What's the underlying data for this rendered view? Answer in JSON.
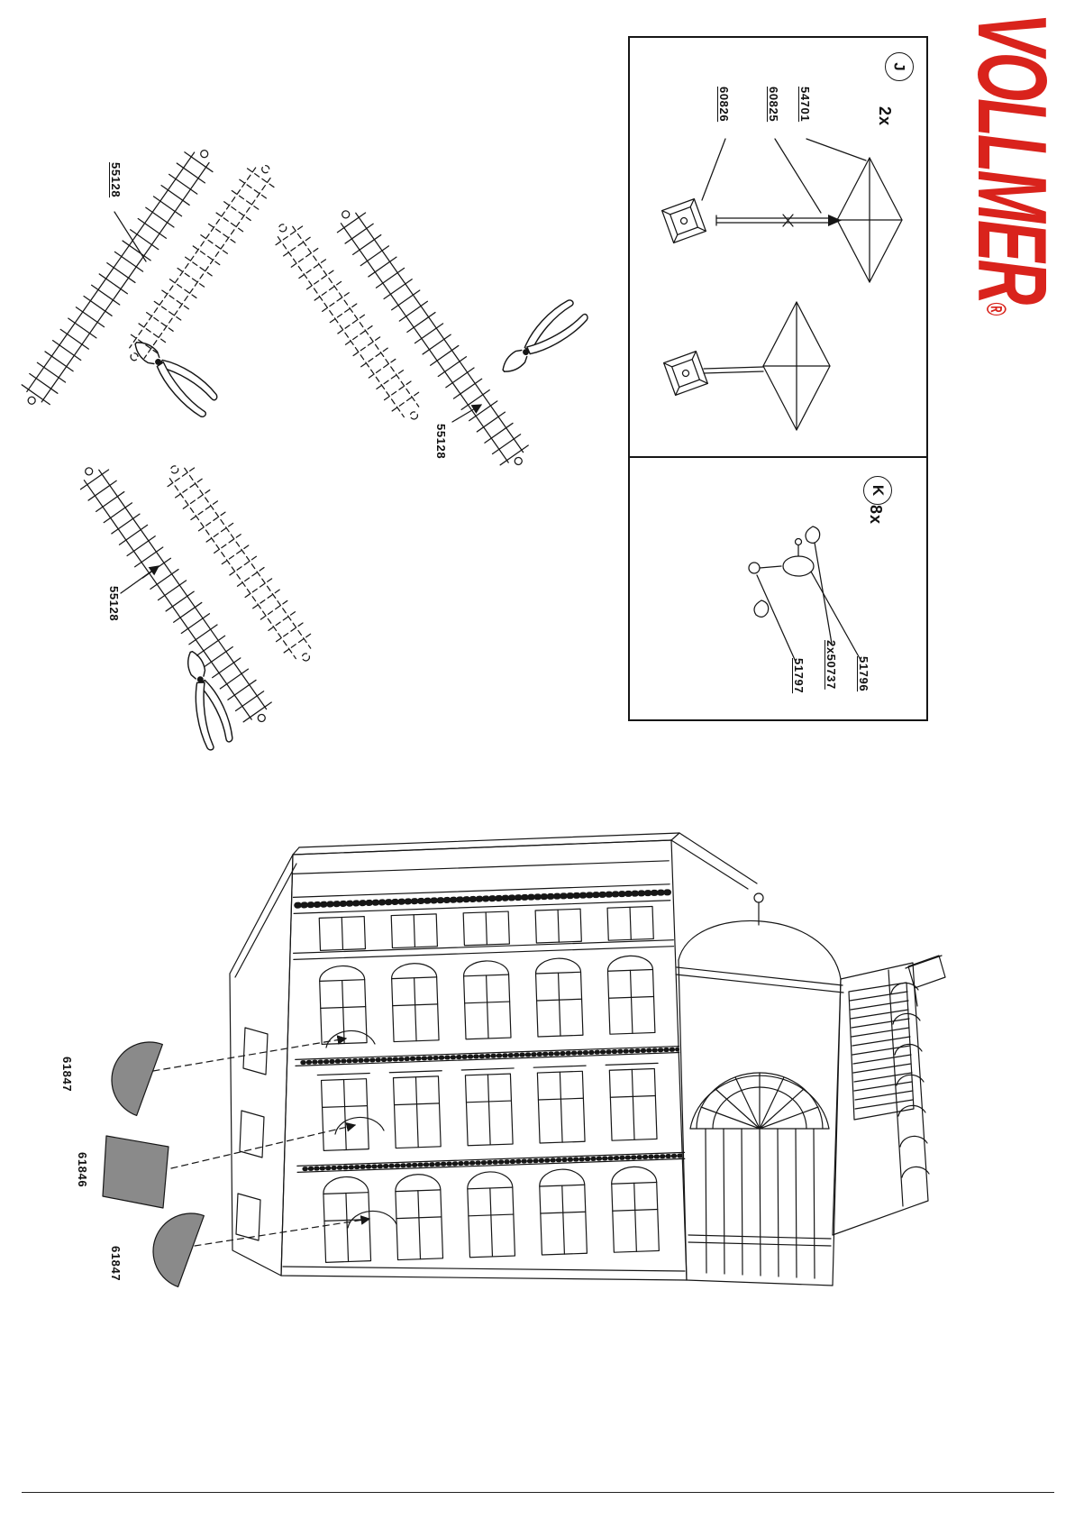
{
  "logo": {
    "text": "VOLLMER",
    "reg": "®",
    "color": "#d9231c"
  },
  "panel_j": {
    "letter": "J",
    "qty": "2x",
    "parts": [
      "54701",
      "60825",
      "60826"
    ]
  },
  "panel_k": {
    "letter": "K",
    "qty": "8x",
    "parts": [
      "51797",
      "2x50737",
      "51796"
    ]
  },
  "fence_labels": [
    "55128",
    "55128",
    "55128"
  ],
  "awning_labels": [
    "61847",
    "61846",
    "61847"
  ],
  "colors": {
    "line": "#161616",
    "awning_gray": "#8a8a8a",
    "logo_red": "#d9231c"
  }
}
